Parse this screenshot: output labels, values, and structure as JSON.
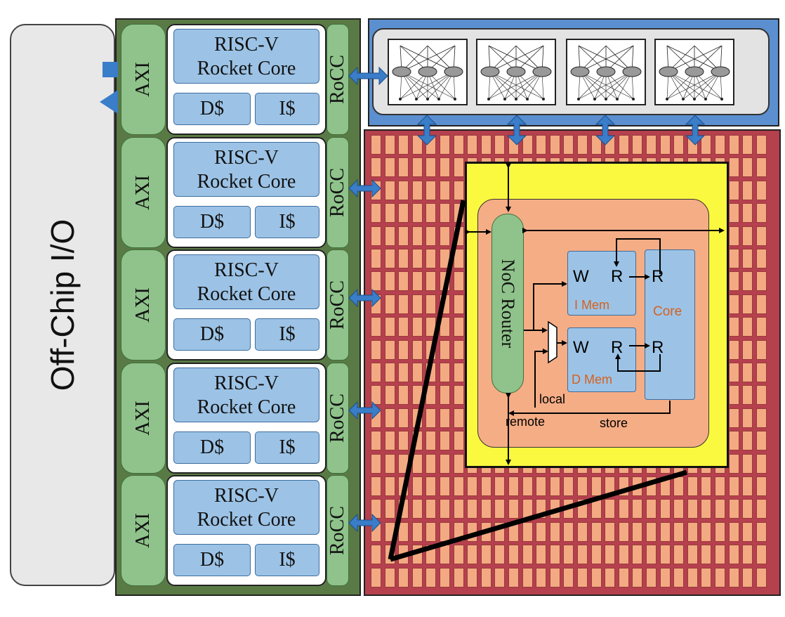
{
  "offchip": {
    "label": "Off-Chip I/O"
  },
  "rocket_tiles": [
    {
      "axi": "AXI",
      "core_line1": "RISC-V",
      "core_line2": "Rocket Core",
      "dcache": "D$",
      "icache": "I$",
      "rocc": "RoCC"
    },
    {
      "axi": "AXI",
      "core_line1": "RISC-V",
      "core_line2": "Rocket Core",
      "dcache": "D$",
      "icache": "I$",
      "rocc": "RoCC"
    },
    {
      "axi": "AXI",
      "core_line1": "RISC-V",
      "core_line2": "Rocket Core",
      "dcache": "D$",
      "icache": "I$",
      "rocc": "RoCC"
    },
    {
      "axi": "AXI",
      "core_line1": "RISC-V",
      "core_line2": "Rocket Core",
      "dcache": "D$",
      "icache": "I$",
      "rocc": "RoCC"
    },
    {
      "axi": "AXI",
      "core_line1": "RISC-V",
      "core_line2": "Rocket Core",
      "dcache": "D$",
      "icache": "I$",
      "rocc": "RoCC"
    }
  ],
  "accelerators": {
    "count": 4
  },
  "manycore": {
    "router": "NoC Router",
    "imem": {
      "write": "W",
      "read": "R",
      "label": "I Mem"
    },
    "dmem": {
      "write": "W",
      "read": "R",
      "label": "D Mem"
    },
    "core": {
      "read1": "R",
      "read2": "R",
      "label": "Core"
    },
    "signals": {
      "local": "local",
      "remote": "remote",
      "store": "store"
    }
  },
  "colors": {
    "arrow": "#3a7dc9",
    "green": "#8fc38b",
    "blue": "#9cc3e6",
    "tile": "#f3aa82",
    "mesh": "#b5404e",
    "highlight": "#fbf93f",
    "mem_label": "#d5611f"
  }
}
